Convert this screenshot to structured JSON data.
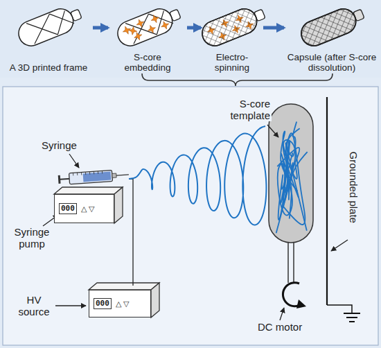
{
  "diagram": {
    "nodes": [
      {
        "text": [
          "A 3D printed frame"
        ]
      },
      {
        "text": [
          "S-core embedding"
        ]
      },
      {
        "text": [
          "Electro- spinning"
        ]
      },
      {
        "text": [
          "Capsule (after S-core dissolution)"
        ]
      },
      {
        "text": [
          "000",
          "△ ▽"
        ]
      },
      {
        "text": [
          "000",
          "△ ▽"
        ]
      }
    ],
    "edges": [
      {
        "from": 0,
        "to": 1,
        "arrow": "to"
      },
      {
        "from": 1,
        "to": 2,
        "arrow": "to"
      },
      {
        "from": 2,
        "to": 3,
        "arrow": "to"
      }
    ],
    "labels": [
      "Syringe",
      "Syringe pump",
      "HV source",
      "S-core template",
      "Grounded plate",
      "DC motor"
    ]
  }
}
